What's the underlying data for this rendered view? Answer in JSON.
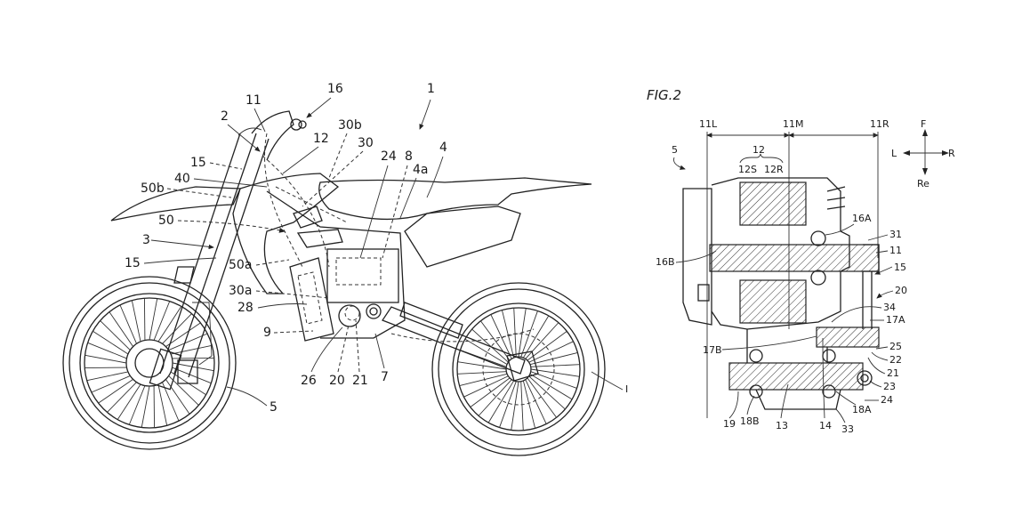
{
  "figure1": {
    "labels": {
      "l1": "1",
      "l2": "2",
      "l3": "3",
      "l4": "4",
      "l4a": "4a",
      "l5": "5",
      "l7": "7",
      "l8": "8",
      "l9": "9",
      "l11": "11",
      "l12": "12",
      "l15a": "15",
      "l15b": "15",
      "l16": "16",
      "l20": "20",
      "l21": "21",
      "l24": "24",
      "l26": "26",
      "l28": "28",
      "l30": "30",
      "l30a": "30a",
      "l30b": "30b",
      "l40": "40",
      "l50": "50",
      "l50a": "50a",
      "l50b": "50b",
      "lI": "I"
    }
  },
  "figure2": {
    "title": "FIG.2",
    "labels": {
      "l5": "5",
      "l11L": "11L",
      "l11M": "11M",
      "l11R": "11R",
      "l12": "12",
      "l12S": "12S",
      "l12R": "12R",
      "l16A": "16A",
      "l16B": "16B",
      "l31": "31",
      "l11": "11",
      "l15": "15",
      "l20": "20",
      "l34": "34",
      "l17A": "17A",
      "l17B": "17B",
      "l25": "25",
      "l22": "22",
      "l21": "21",
      "l23": "23",
      "l24": "24",
      "l18A": "18A",
      "l18B": "18B",
      "l19": "19",
      "l13": "13",
      "l14": "14",
      "l33": "33"
    },
    "compass": {
      "front": "F",
      "left": "L",
      "right": "R",
      "rear": "Re"
    }
  }
}
